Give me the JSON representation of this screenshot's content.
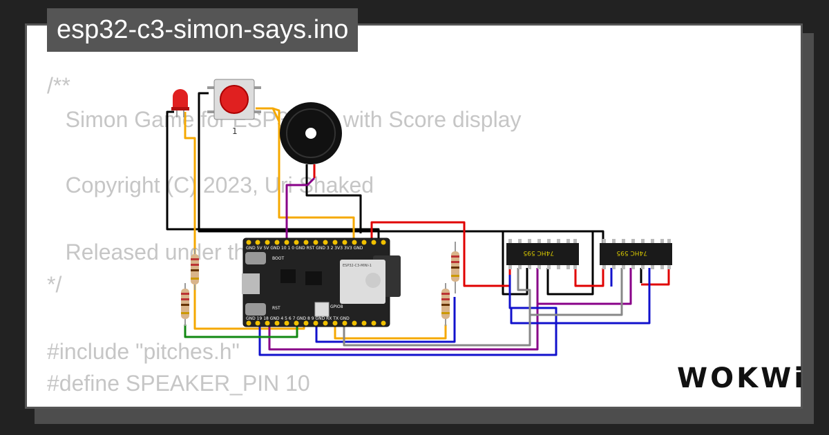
{
  "title": "esp32-c3-simon-says.ino",
  "code_lines": [
    "/**",
    "   Simon Game for ESP32-C3 with Score display",
    "   Copyright (C) 2023, Uri Shaked",
    "   Released under the MIT License.",
    "*/",
    "#include \"pitches.h\"",
    "#define SPEAKER_PIN 10"
  ],
  "board": {
    "top_pins": "GND 5V 5V GND 10 1 0 GND RST GND 3 2 3V3 3V3 GND",
    "bottom_pins": "GND 19 18 GND 4 5 6 7 GND 8 9 GND RX TX GND",
    "module_label": "ESP32-C3-MINI-1",
    "boot_label": "BOOT",
    "rst_label": "RST",
    "gpio_label": "GPIO8"
  },
  "chip1_label": "74HC 595",
  "chip2_label": "74HC 595",
  "button_label": "1",
  "logo": "WOKWi",
  "colors": {
    "led": "#e02020",
    "button_cap": "#e02020",
    "wire_orange": "#f5a800",
    "wire_red": "#e00000",
    "wire_black": "#000000",
    "wire_blue": "#1111cc",
    "wire_purple": "#880088",
    "wire_gray": "#888888",
    "wire_green": "#118811"
  }
}
